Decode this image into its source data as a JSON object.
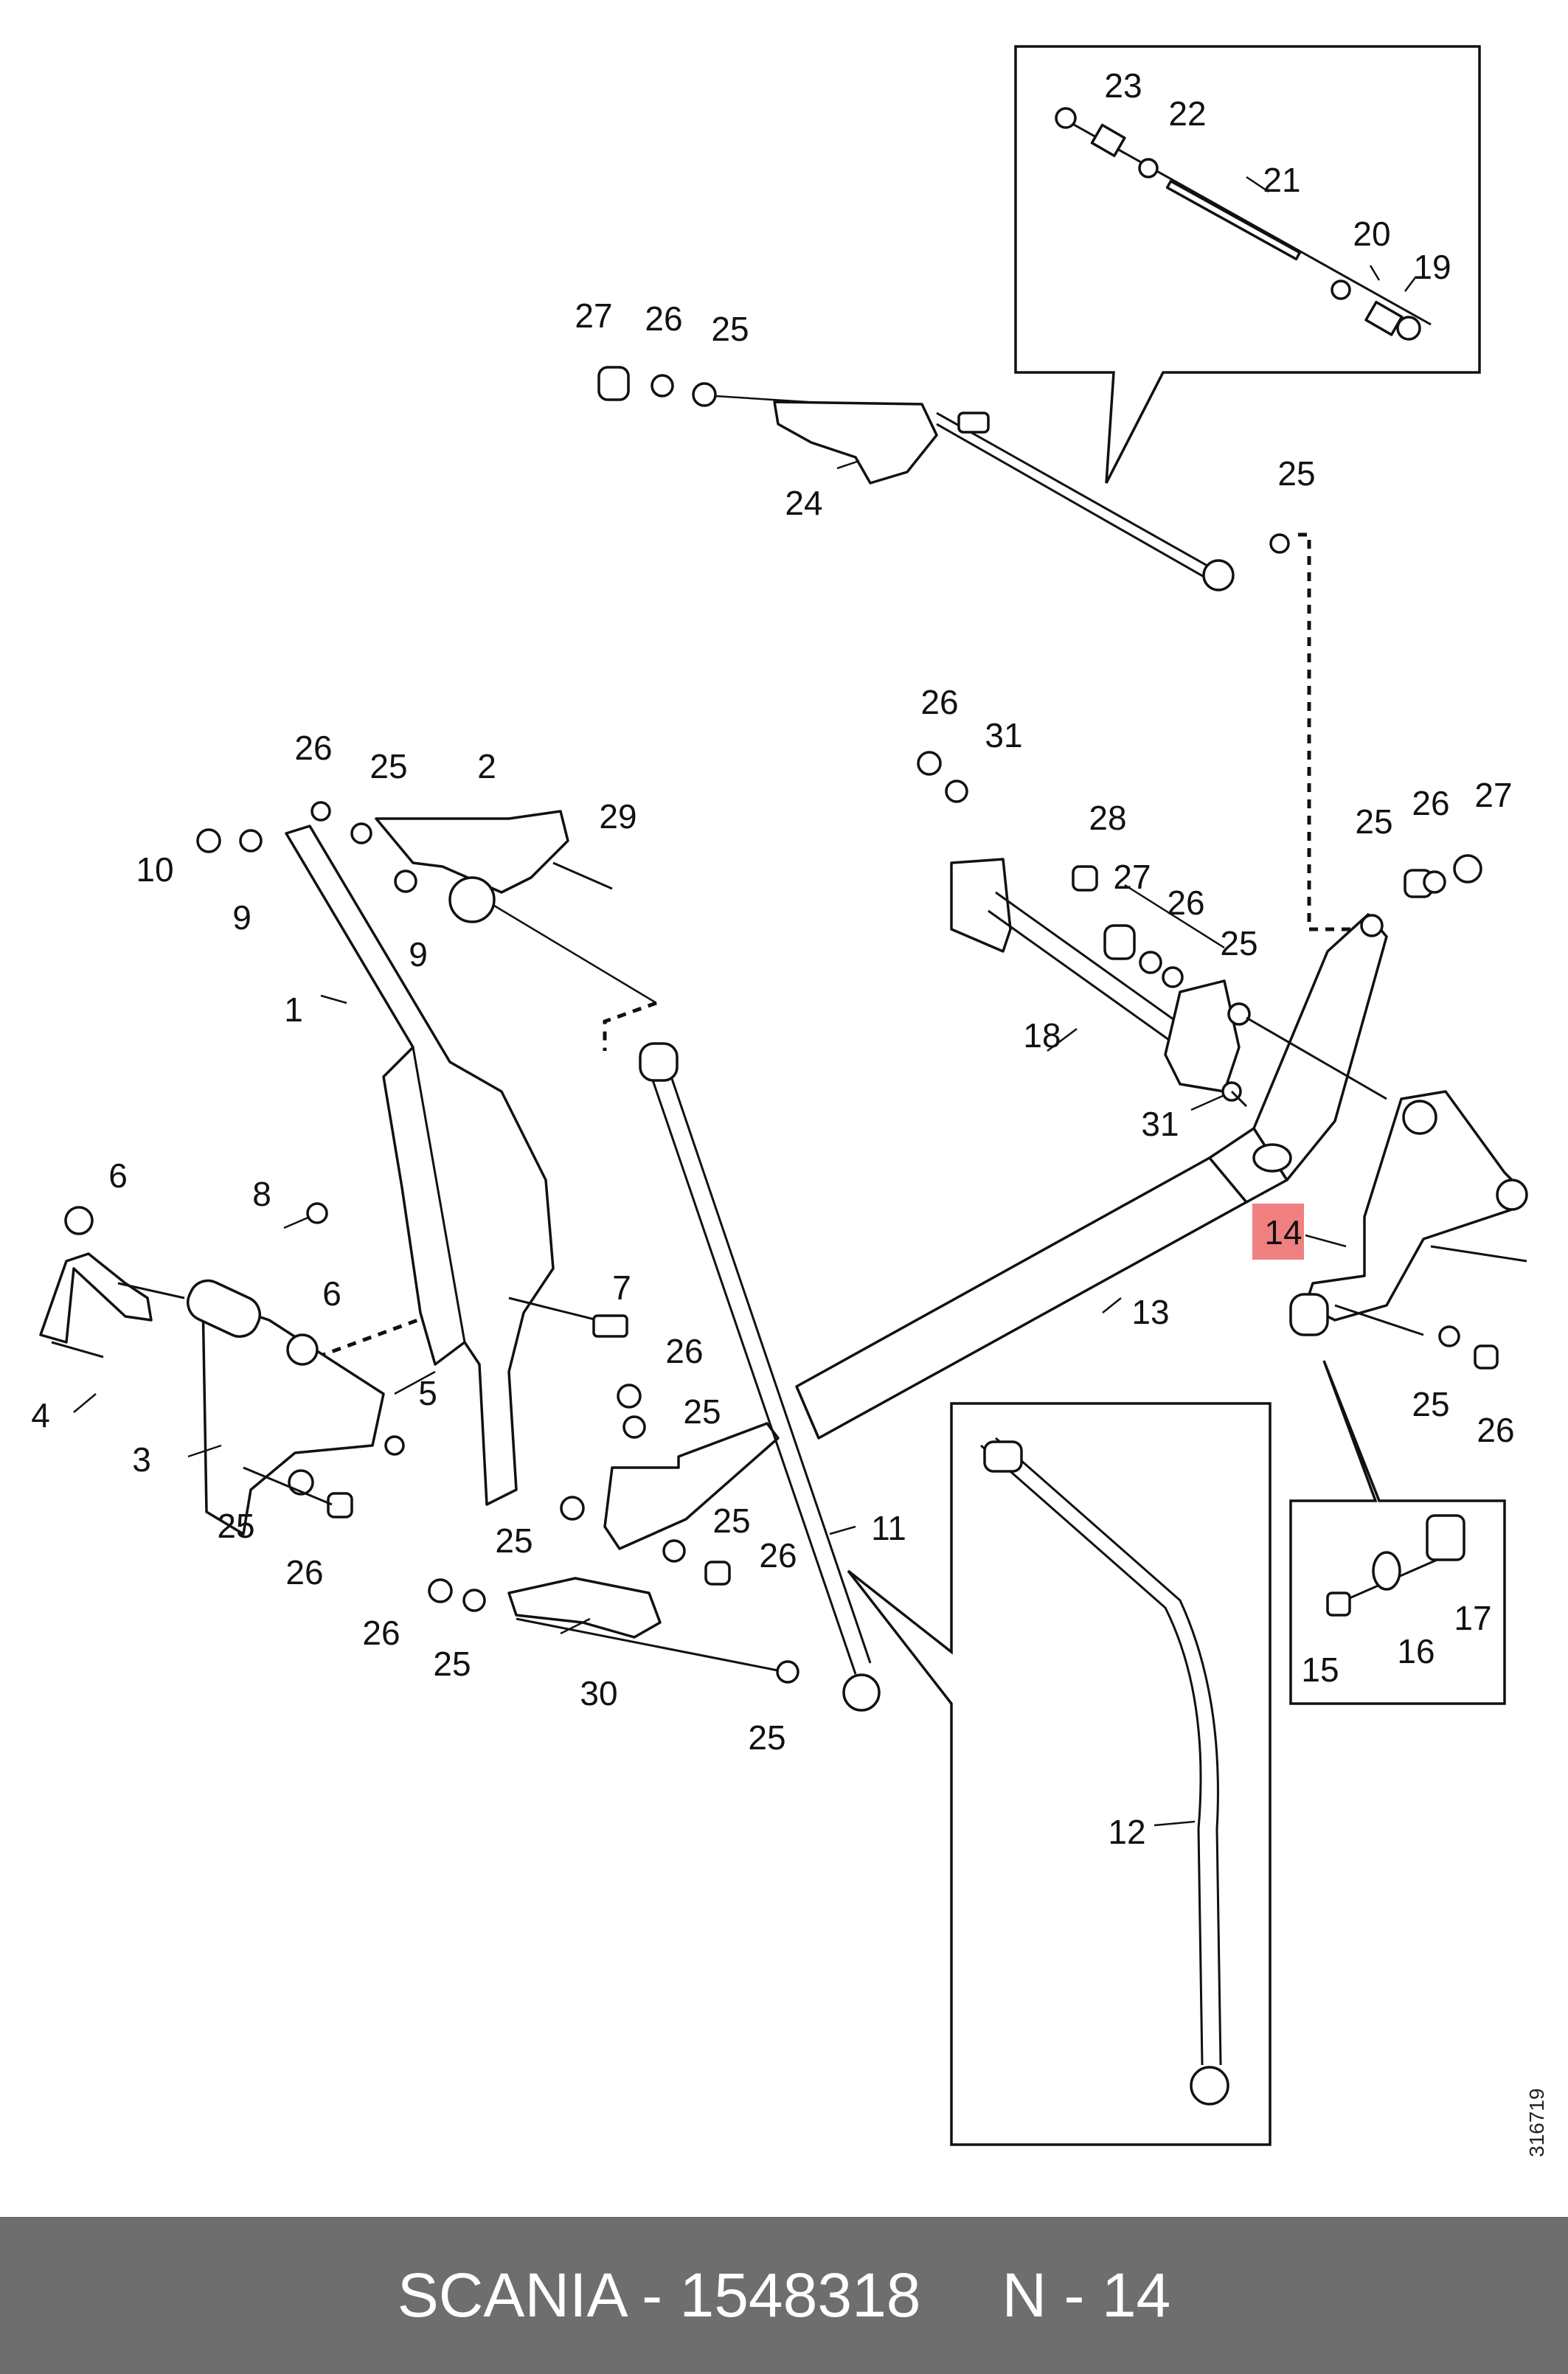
{
  "callouts": {
    "c1": "1",
    "c2": "2",
    "c3": "3",
    "c4": "4",
    "c5": "5",
    "c6a": "6",
    "c6b": "6",
    "c7": "7",
    "c8": "8",
    "c9a": "9",
    "c9b": "9",
    "c10": "10",
    "c11": "11",
    "c12": "12",
    "c13": "13",
    "c14": "14",
    "c15": "15",
    "c16": "16",
    "c17": "17",
    "c18": "18",
    "c19": "19",
    "c20": "20",
    "c21": "21",
    "c22": "22",
    "c23": "23",
    "c24": "24",
    "c25_a": "25",
    "c25_b": "25",
    "c25_c": "25",
    "c25_d": "25",
    "c25_e": "25",
    "c25_f": "25",
    "c25_g": "25",
    "c25_h": "25",
    "c25_i": "25",
    "c25_j": "25",
    "c25_k": "25",
    "c25_l": "25",
    "c26_a": "26",
    "c26_b": "26",
    "c26_c": "26",
    "c26_d": "26",
    "c26_e": "26",
    "c26_f": "26",
    "c26_g": "26",
    "c26_h": "26",
    "c26_i": "26",
    "c26_j": "26",
    "c27_a": "27",
    "c27_b": "27",
    "c27_c": "27",
    "c28": "28",
    "c29": "29",
    "c30": "30",
    "c31_a": "31",
    "c31_b": "31"
  },
  "highlight": {
    "label": "14",
    "color": "#f08080"
  },
  "footer": {
    "brand_part": "SCANIA - 1548318",
    "position": "N - 14"
  },
  "drawing_ref": "316719"
}
